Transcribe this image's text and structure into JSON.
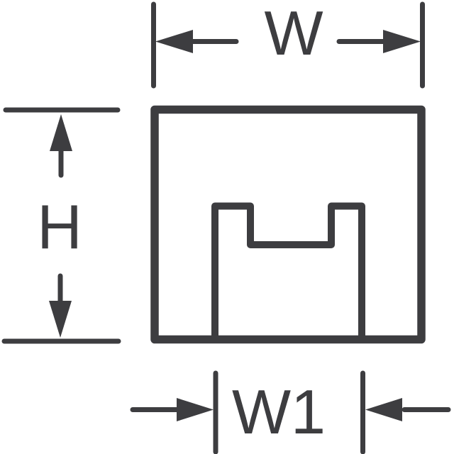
{
  "diagram": {
    "labels": {
      "width": "W",
      "height": "H",
      "slot_width": "W1"
    },
    "colors": {
      "line": "#3d3d40",
      "background": "#ffffff"
    }
  }
}
